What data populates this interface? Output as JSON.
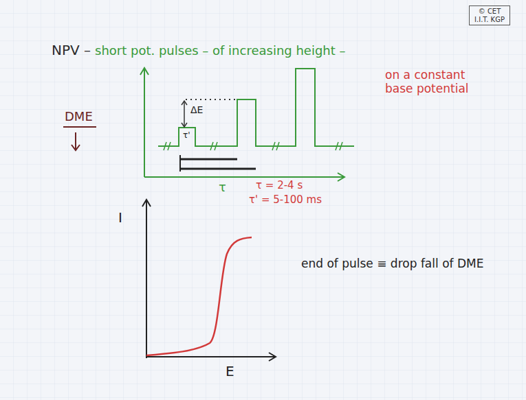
{
  "diagram": {
    "nodes": [
      {
        "text": [
          "© CET I.I.T. KGP"
        ]
      }
    ],
    "labels": [
      "NPV –",
      "short pot. pulses – of increasing height –",
      "on a constant base potential",
      "DME",
      "ΔE",
      "τ'",
      "τ",
      "τ = 2-4 s",
      "τ' = 5-100 ms",
      "I",
      "E",
      "end of pulse ≡ drop fall of DME"
    ]
  }
}
